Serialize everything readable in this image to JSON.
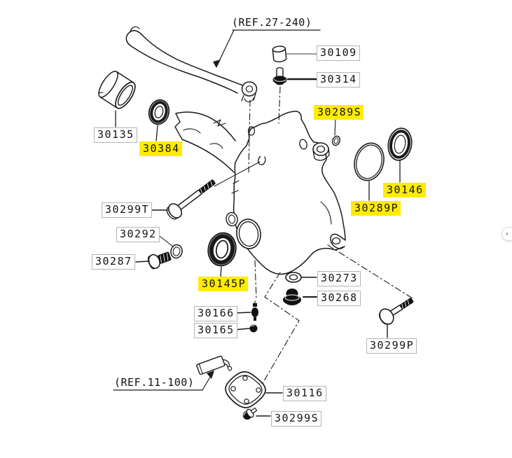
{
  "diagram": {
    "type": "exploded-parts-diagram",
    "highlight_color": "#ffec00",
    "parts": [
      {
        "id": "30109",
        "highlighted": false
      },
      {
        "id": "30314",
        "highlighted": false
      },
      {
        "id": "30289S",
        "highlighted": true
      },
      {
        "id": "30135",
        "highlighted": false
      },
      {
        "id": "30384",
        "highlighted": true
      },
      {
        "id": "30146",
        "highlighted": true
      },
      {
        "id": "30289P",
        "highlighted": true
      },
      {
        "id": "30299T",
        "highlighted": false
      },
      {
        "id": "30292",
        "highlighted": false
      },
      {
        "id": "30287",
        "highlighted": false
      },
      {
        "id": "30145P",
        "highlighted": true
      },
      {
        "id": "30273",
        "highlighted": false
      },
      {
        "id": "30268",
        "highlighted": false
      },
      {
        "id": "30166",
        "highlighted": false
      },
      {
        "id": "30165",
        "highlighted": false
      },
      {
        "id": "30299P",
        "highlighted": false
      },
      {
        "id": "30116",
        "highlighted": false
      },
      {
        "id": "30299S",
        "highlighted": false
      }
    ]
  },
  "labels": {
    "ref27240": "(REF.27-240)",
    "ref11100": "(REF.11-100)",
    "l30109": "30109",
    "l30314": "30314",
    "l30289S": "30289S",
    "l30135": "30135",
    "l30384": "30384",
    "l30146": "30146",
    "l30289P": "30289P",
    "l30299T": "30299T",
    "l30292": "30292",
    "l30287": "30287",
    "l30145P": "30145P",
    "l30273": "30273",
    "l30268": "30268",
    "l30166": "30166",
    "l30165": "30165",
    "l30299P": "30299P",
    "l30116": "30116",
    "l30299S": "30299S"
  },
  "panel_toggle": {
    "glyph": "‹"
  }
}
